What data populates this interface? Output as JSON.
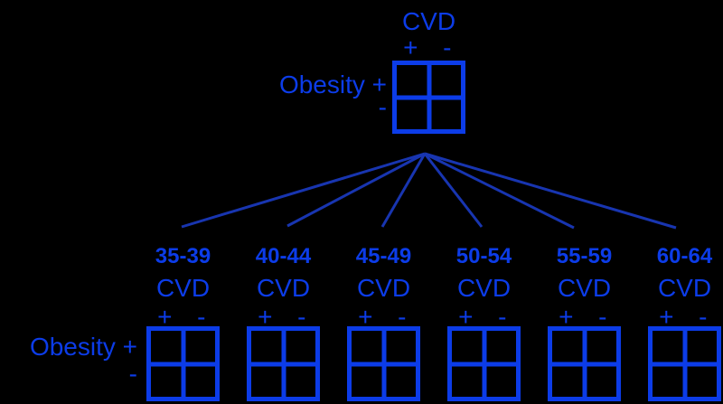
{
  "colors": {
    "background": "#000000",
    "primary": "#0c3ce8",
    "connector": "#1835b0"
  },
  "crude_table": {
    "title": "CVD",
    "col_plus": "+",
    "col_minus": "-",
    "row_label": "Obesity +",
    "row_minus": "-"
  },
  "strata_axis": {
    "row_label": "Obesity +",
    "row_minus": "-"
  },
  "strata": [
    {
      "age": "35-39",
      "title": "CVD",
      "col_plus": "+",
      "col_minus": "-"
    },
    {
      "age": "40-44",
      "title": "CVD",
      "col_plus": "+",
      "col_minus": "-"
    },
    {
      "age": "45-49",
      "title": "CVD",
      "col_plus": "+",
      "col_minus": "-"
    },
    {
      "age": "50-54",
      "title": "CVD",
      "col_plus": "+",
      "col_minus": "-"
    },
    {
      "age": "55-59",
      "title": "CVD",
      "col_plus": "+",
      "col_minus": "-"
    },
    {
      "age": "60-64",
      "title": "CVD",
      "col_plus": "+",
      "col_minus": "-"
    }
  ]
}
